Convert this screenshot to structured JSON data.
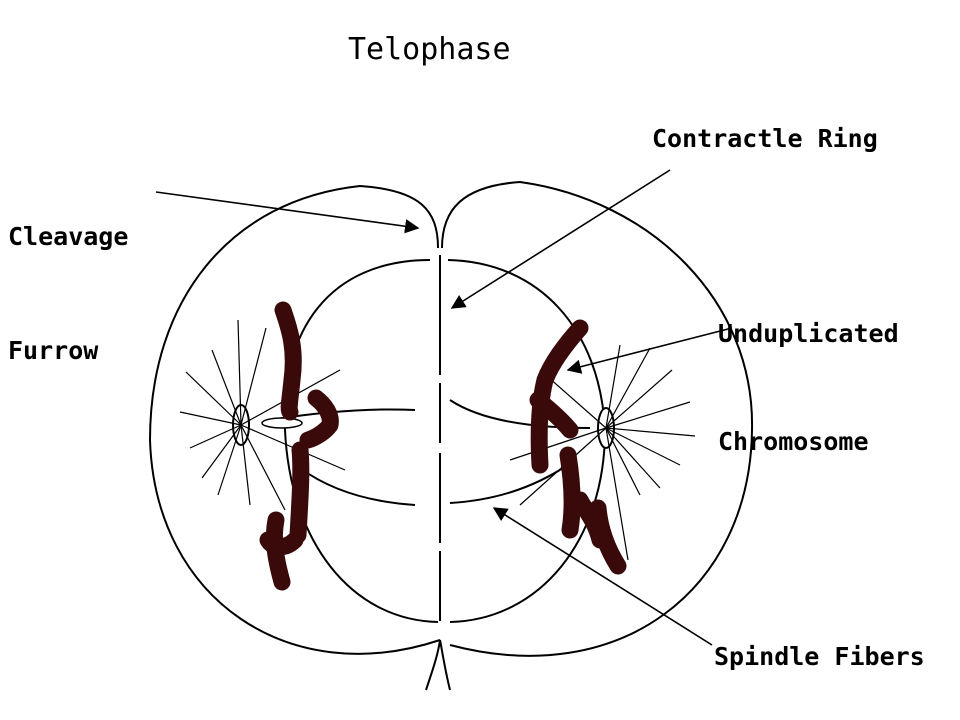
{
  "title": "Telophase",
  "labels": {
    "cleavage_furrow_line1": "Cleavage",
    "cleavage_furrow_line2": "Furrow",
    "contractile_ring": "Contractle Ring",
    "chromosome_line1": "Unduplicated",
    "chromosome_line2": "Chromosome",
    "spindle_fibers": "Spindle Fibers"
  },
  "colors": {
    "line": "#000000",
    "chromosome": "#3a0a0a",
    "background": "#ffffff"
  }
}
